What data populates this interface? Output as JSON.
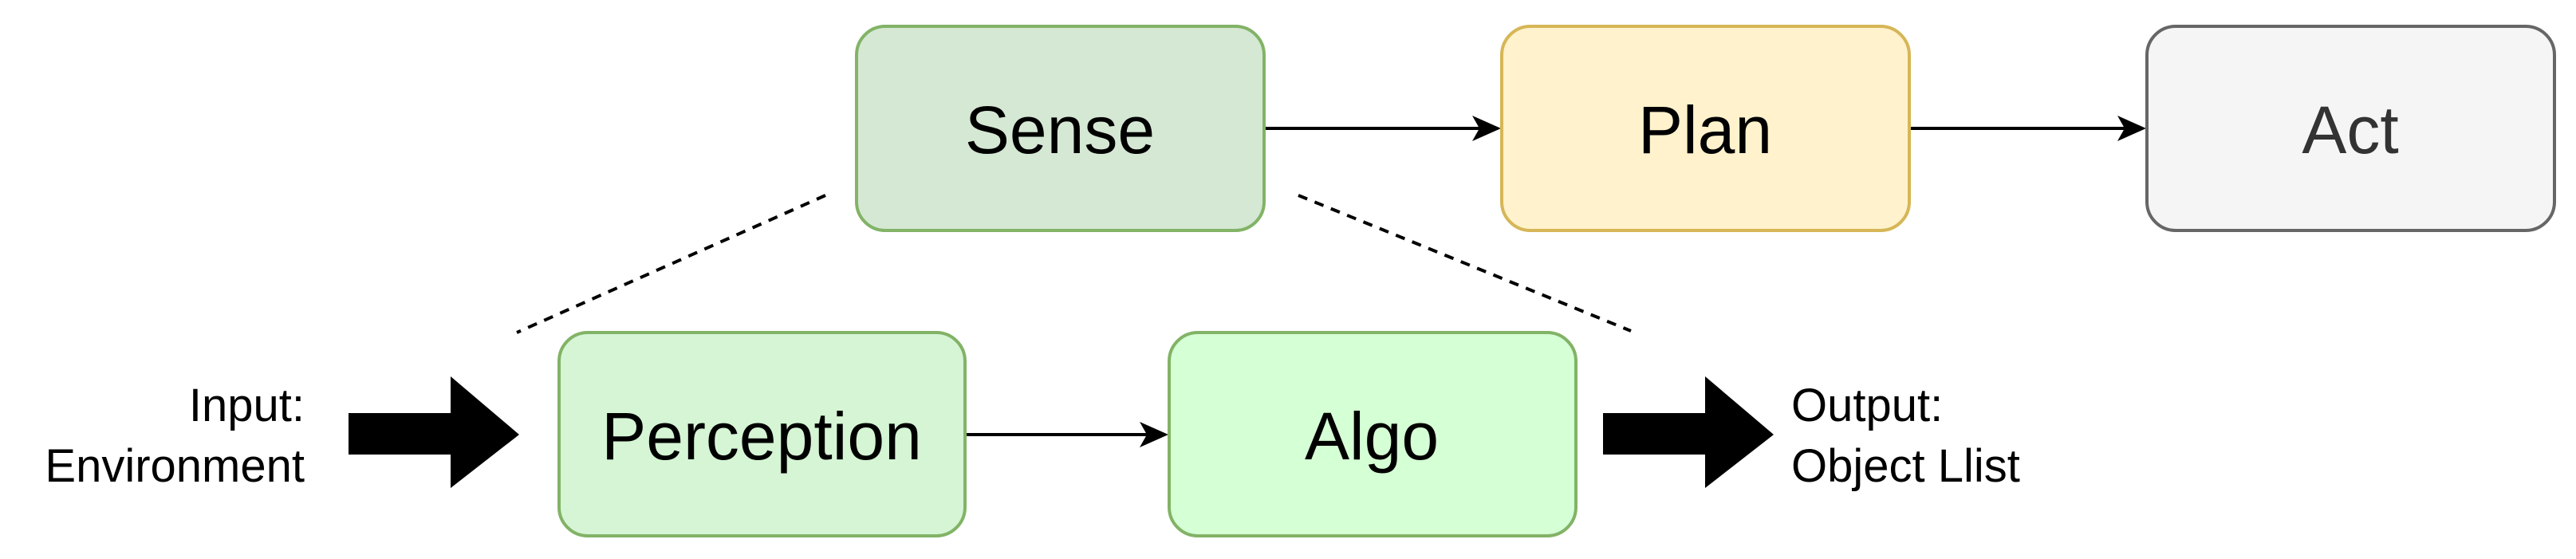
{
  "diagram": {
    "top_row": {
      "sense": {
        "label": "Sense",
        "fill": "#d5e8d4",
        "stroke": "#82b366"
      },
      "plan": {
        "label": "Plan",
        "fill": "#fff2cc",
        "stroke": "#d6b656"
      },
      "act": {
        "label": "Act",
        "fill": "#f5f5f5",
        "stroke": "#666666",
        "text_color": "#333333"
      }
    },
    "bottom_row": {
      "perception": {
        "label": "Perception",
        "fill": "#d5f5d5",
        "stroke": "#82b366"
      },
      "algo": {
        "label": "Algo",
        "fill": "#d5ffd5",
        "stroke": "#82b366"
      }
    },
    "input": {
      "line1": "Input:",
      "line2": "Environment"
    },
    "output": {
      "line1": "Output:",
      "line2": "Object Llist"
    },
    "edges": [
      {
        "from": "Sense",
        "to": "Plan"
      },
      {
        "from": "Plan",
        "to": "Act"
      },
      {
        "from": "Perception",
        "to": "Algo"
      }
    ]
  }
}
